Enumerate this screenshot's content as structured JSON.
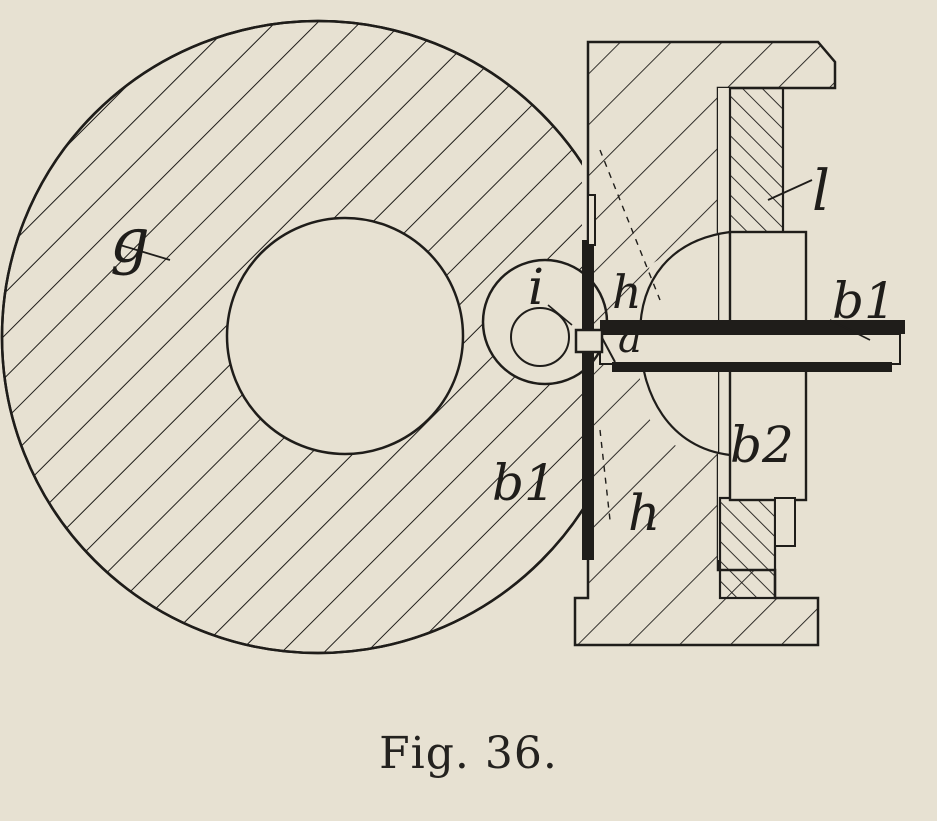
{
  "figure": {
    "caption": "Fig. 36.",
    "labels": {
      "g": "g",
      "i": "i",
      "a": "a",
      "h_top": "h",
      "h_bottom": "h",
      "l": "l",
      "b1_rod": "b1",
      "b1_plate": "b1",
      "b2": "b2"
    }
  },
  "colors": {
    "paper": "#e7e1d2",
    "ink": "#1f1d1a",
    "bleed_through": "#786e5f"
  }
}
